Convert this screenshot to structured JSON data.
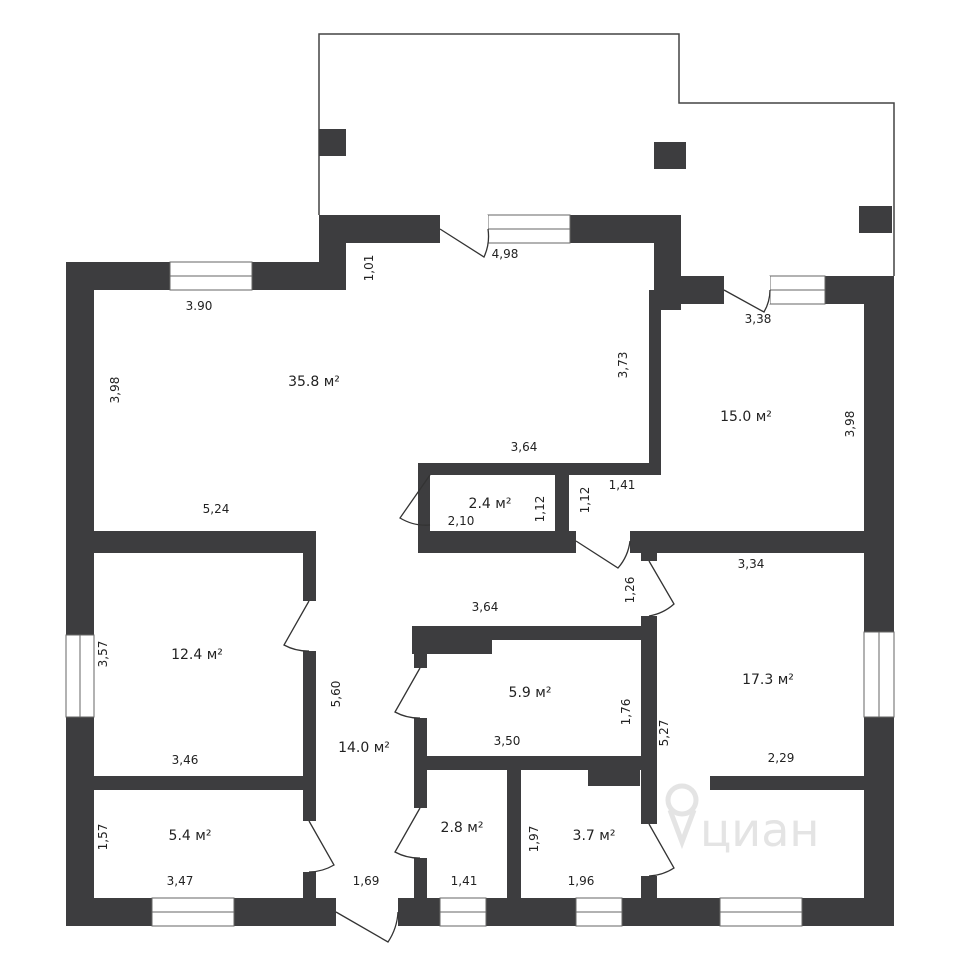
{
  "colors": {
    "wall": "#3d3d3f",
    "background": "#ffffff",
    "window": "#ffffff",
    "watermark": "#e4e4e4"
  },
  "watermark": {
    "text": "циан",
    "icon": "map-pin-icon"
  },
  "rooms": [
    {
      "id": "living",
      "area": "35.8 м²"
    },
    {
      "id": "bedroom-ne",
      "area": "15.0 м²"
    },
    {
      "id": "closet",
      "area": "2.4 м²"
    },
    {
      "id": "bedroom-w",
      "area": "12.4 м²"
    },
    {
      "id": "hall",
      "area": "14.0 м²"
    },
    {
      "id": "bath-mid",
      "area": "5.9 м²"
    },
    {
      "id": "bedroom-e",
      "area": "17.3 м²"
    },
    {
      "id": "room-sw",
      "area": "5.4 м²"
    },
    {
      "id": "wc",
      "area": "2.8 м²"
    },
    {
      "id": "bath-small",
      "area": "3.7 м²"
    }
  ],
  "dimensions": [
    "3.90",
    "1,01",
    "4,98",
    "3,98",
    "3,73",
    "3,38",
    "3,98",
    "3,64",
    "5,24",
    "2,10",
    "1,12",
    "1,12",
    "1,41",
    "3,34",
    "1,26",
    "3,64",
    "3,57",
    "5,60",
    "1,76",
    "5,27",
    "3,50",
    "3,46",
    "2,29",
    "1,57",
    "1,97",
    "3,47",
    "1,69",
    "1,41",
    "1,96"
  ]
}
